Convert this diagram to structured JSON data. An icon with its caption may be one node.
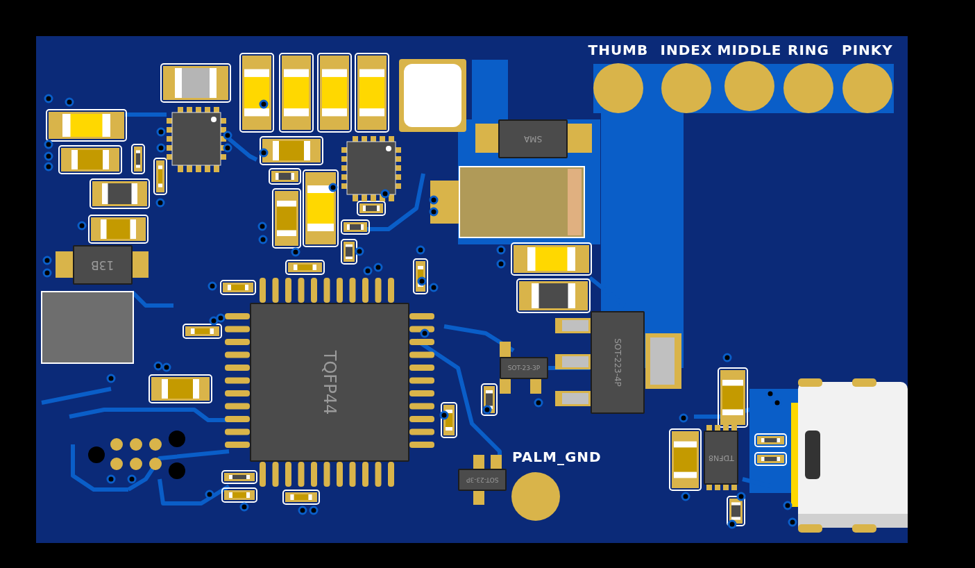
{
  "diagram": {
    "nodes": [
      {
        "text": [
          "THUMB"
        ]
      },
      {
        "text": [
          "INDEX"
        ]
      },
      {
        "text": [
          "MIDDLE"
        ]
      },
      {
        "text": [
          "RING"
        ]
      },
      {
        "text": [
          "PINKY"
        ]
      },
      {
        "text": [
          "SMA"
        ]
      },
      {
        "text": [
          "13B"
        ]
      },
      {
        "text": [
          "TQFP44"
        ]
      },
      {
        "text": [
          "SOT-23-3P"
        ]
      },
      {
        "text": [
          "SOT-223-4P"
        ]
      },
      {
        "text": [
          "PALM_GND"
        ]
      },
      {
        "text": [
          "SOT-23-3P"
        ]
      },
      {
        "text": [
          "TDFN8"
        ]
      }
    ],
    "edges": []
  }
}
